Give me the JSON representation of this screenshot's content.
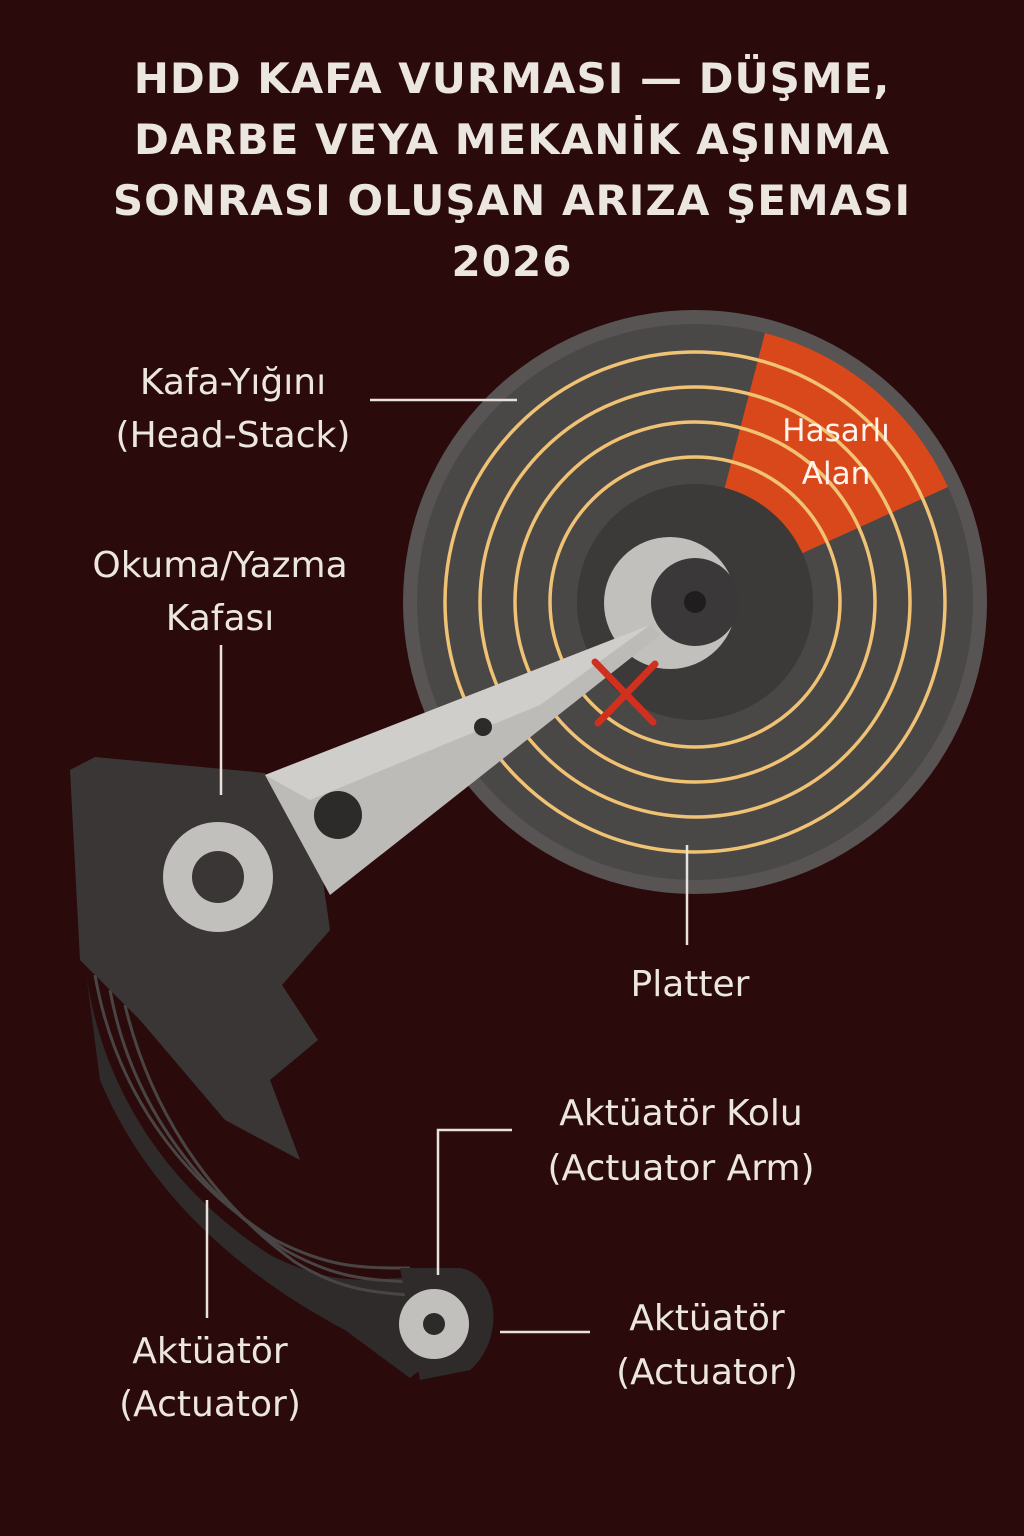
{
  "title": {
    "line1": "HDD KAFA VURMASI — DÜŞME,",
    "line2": "DARBE VEYA MEKANİK AŞINMA",
    "line3": "SONRASI OLUŞAN ARIZA ŞEMASI",
    "line4": "2026"
  },
  "labels": {
    "head_stack_1": "Kafa-Yığını",
    "head_stack_2": "(Head-Stack)",
    "read_write_1": "Okuma/Yazma",
    "read_write_2": "Kafası",
    "damaged_1": "Hasarlı",
    "damaged_2": "Alan",
    "platter": "Platter",
    "actuator_arm_1": "Aktüatör Kolu",
    "actuator_arm_2": "(Actuator Arm)",
    "actuator_right_1": "Aktüatör",
    "actuator_right_2": "(Actuator)",
    "actuator_left_1": "Aktüatör",
    "actuator_left_2": "(Actuator)"
  },
  "colors": {
    "background": "#2b0a0b",
    "platter": "#4a4747",
    "track": "#f0c274",
    "damage": "#d9481b",
    "crash_mark": "#d0301d",
    "metal": "#bdbbb8",
    "body": "#3a3636"
  },
  "icons": {
    "crash_mark": "x-mark-icon"
  }
}
